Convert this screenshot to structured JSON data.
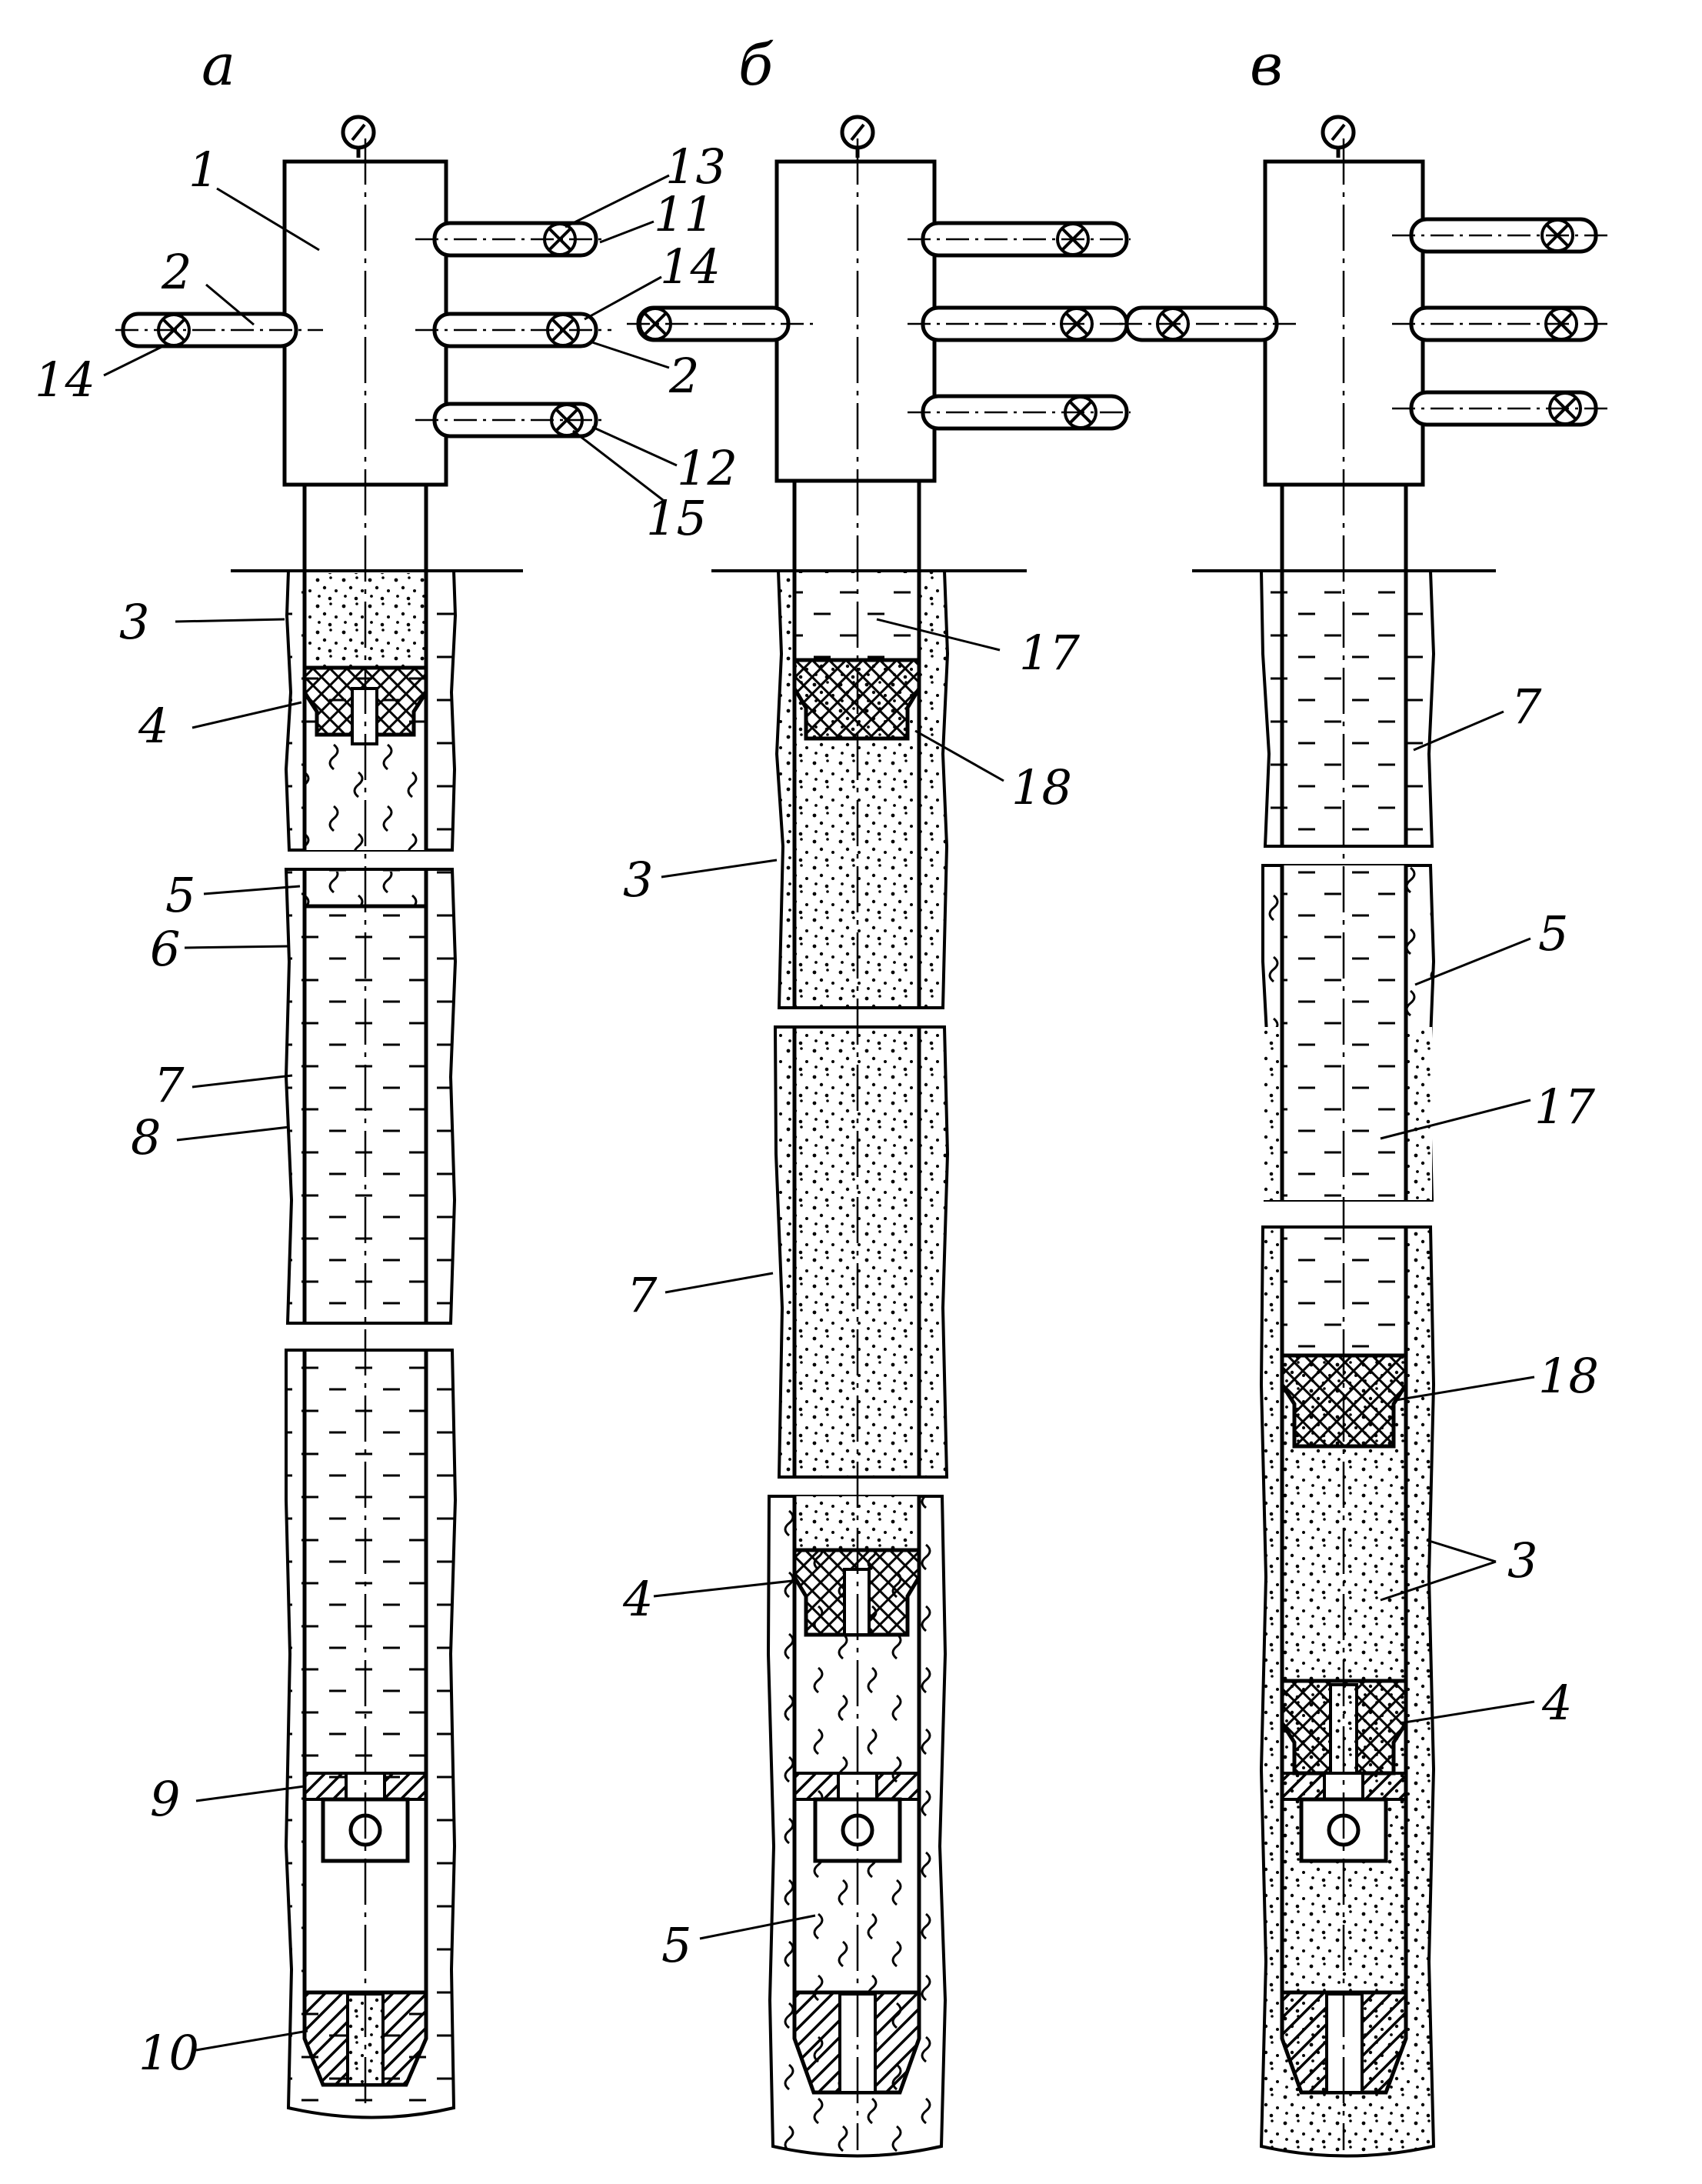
{
  "panels": [
    {
      "id": "a",
      "title": "а",
      "labels": {
        "l1": "1",
        "l2a": "2",
        "l2b": "2",
        "l3": "3",
        "l4": "4",
        "l5": "5",
        "l6": "6",
        "l7": "7",
        "l8": "8",
        "l9": "9",
        "l10": "10",
        "l11": "11",
        "l12": "12",
        "l13": "13",
        "l14a": "14",
        "l14b": "14",
        "l15": "15"
      }
    },
    {
      "id": "b",
      "title": "б",
      "labels": {
        "l17": "17",
        "l18": "18",
        "l3": "3",
        "l7": "7",
        "l4": "4",
        "l5": "5"
      }
    },
    {
      "id": "v",
      "title": "в",
      "labels": {
        "l7": "7",
        "l5": "5",
        "l17": "17",
        "l18": "18",
        "l3": "3",
        "l4": "4"
      }
    }
  ],
  "colors": {
    "ink": "#000000",
    "paper": "#ffffff"
  }
}
